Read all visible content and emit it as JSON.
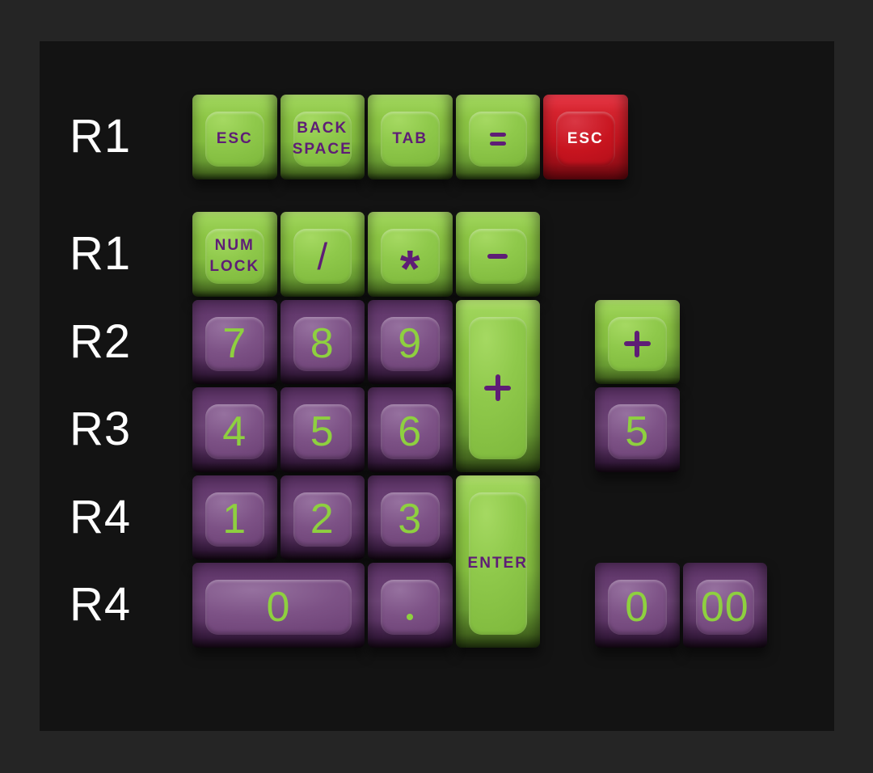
{
  "image_title": "keycap-kit-row-layout",
  "colors": {
    "canvas_bg": "#252525",
    "panel_bg": "#131313",
    "label_white": "#ffffff",
    "keycap_green": "#8cc544",
    "keycap_purple": "#7d5286",
    "keycap_red": "#c5141f",
    "legend_purple": "#5e1d76",
    "legend_green": "#8ed03f",
    "legend_white": "#ffffff"
  },
  "row_labels": [
    {
      "text": "R1",
      "row": 1
    },
    {
      "text": "R1",
      "row": 2
    },
    {
      "text": "R2",
      "row": 3
    },
    {
      "text": "R3",
      "row": 4
    },
    {
      "text": "R4",
      "row": 5
    },
    {
      "text": "R4",
      "row": 6
    }
  ],
  "keys": [
    {
      "id": "esc-green",
      "color": "green",
      "col": 1,
      "row": 1,
      "legend": {
        "type": "text",
        "lines": [
          "ESC"
        ]
      }
    },
    {
      "id": "backspace",
      "color": "green",
      "col": 2,
      "row": 1,
      "legend": {
        "type": "text",
        "lines": [
          "BACK",
          "SPACE"
        ]
      }
    },
    {
      "id": "tab",
      "color": "green",
      "col": 3,
      "row": 1,
      "legend": {
        "type": "text",
        "lines": [
          "TAB"
        ]
      }
    },
    {
      "id": "equals",
      "color": "green",
      "col": 4,
      "row": 1,
      "legend": {
        "type": "equals"
      }
    },
    {
      "id": "esc-red",
      "color": "red",
      "col": 5,
      "row": 1,
      "legend": {
        "type": "text",
        "lines": [
          "ESC"
        ]
      }
    },
    {
      "id": "num-lock",
      "color": "green",
      "col": 1,
      "row": 2,
      "legend": {
        "type": "text",
        "lines": [
          "NUM",
          "LOCK"
        ]
      }
    },
    {
      "id": "slash",
      "color": "green",
      "col": 2,
      "row": 2,
      "legend": {
        "type": "slash",
        "text": "/"
      }
    },
    {
      "id": "asterisk",
      "color": "green",
      "col": 3,
      "row": 2,
      "legend": {
        "type": "asterisk",
        "text": "*"
      }
    },
    {
      "id": "minus",
      "color": "green",
      "col": 4,
      "row": 2,
      "legend": {
        "type": "minus"
      }
    },
    {
      "id": "num-7",
      "color": "purple",
      "col": 1,
      "row": 3,
      "legend": {
        "type": "digit",
        "text": "7"
      }
    },
    {
      "id": "num-8",
      "color": "purple",
      "col": 2,
      "row": 3,
      "legend": {
        "type": "digit",
        "text": "8"
      }
    },
    {
      "id": "num-9",
      "color": "purple",
      "col": 3,
      "row": 3,
      "legend": {
        "type": "digit",
        "text": "9"
      }
    },
    {
      "id": "plus-tall",
      "color": "green",
      "col": 4,
      "row": 3,
      "h": 2,
      "legend": {
        "type": "plus"
      }
    },
    {
      "id": "plus-small",
      "color": "green",
      "col": 6,
      "row": 3,
      "legend": {
        "type": "plus"
      }
    },
    {
      "id": "num-4",
      "color": "purple",
      "col": 1,
      "row": 4,
      "legend": {
        "type": "digit",
        "text": "4"
      }
    },
    {
      "id": "num-5",
      "color": "purple",
      "col": 2,
      "row": 4,
      "legend": {
        "type": "digit",
        "text": "5"
      }
    },
    {
      "id": "num-6",
      "color": "purple",
      "col": 3,
      "row": 4,
      "legend": {
        "type": "digit",
        "text": "6"
      }
    },
    {
      "id": "num-5-standalone",
      "color": "purple",
      "col": 6,
      "row": 4,
      "legend": {
        "type": "digit",
        "text": "5"
      }
    },
    {
      "id": "num-1",
      "color": "purple",
      "col": 1,
      "row": 5,
      "legend": {
        "type": "digit",
        "text": "1"
      }
    },
    {
      "id": "num-2",
      "color": "purple",
      "col": 2,
      "row": 5,
      "legend": {
        "type": "digit",
        "text": "2"
      }
    },
    {
      "id": "num-3",
      "color": "purple",
      "col": 3,
      "row": 5,
      "legend": {
        "type": "digit",
        "text": "3"
      }
    },
    {
      "id": "enter",
      "color": "green",
      "col": 4,
      "row": 5,
      "h": 2,
      "legend": {
        "type": "text",
        "lines": [
          "ENTER"
        ]
      }
    },
    {
      "id": "num-0-wide",
      "color": "purple",
      "col": 1,
      "row": 6,
      "w": 2,
      "legend": {
        "type": "digit",
        "text": "0"
      }
    },
    {
      "id": "period",
      "color": "purple",
      "col": 3,
      "row": 6,
      "legend": {
        "type": "dot"
      }
    },
    {
      "id": "num-0-small",
      "color": "purple",
      "col": 6,
      "row": 6,
      "legend": {
        "type": "digit",
        "text": "0"
      }
    },
    {
      "id": "num-00",
      "color": "purple",
      "col": 7,
      "row": 6,
      "legend": {
        "type": "digit",
        "text": "00"
      }
    }
  ]
}
